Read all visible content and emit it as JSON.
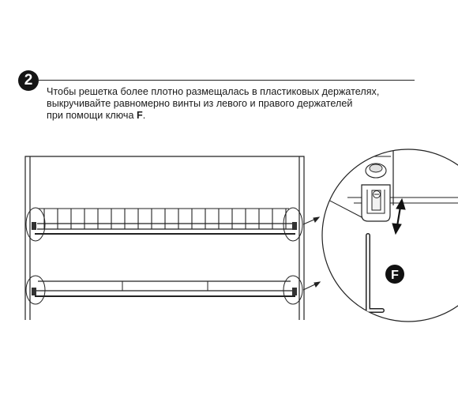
{
  "step": {
    "number": "2"
  },
  "instruction": {
    "line1": "Чтобы решетка более плотно размещалась в пластиковых держателях,",
    "line2": "выкручивайте равномерно винты из левого и правого держателей",
    "line3_prefix": "при помощи ключа ",
    "line3_key": "F",
    "line3_suffix": "."
  },
  "callout": {
    "letter": "F"
  }
}
